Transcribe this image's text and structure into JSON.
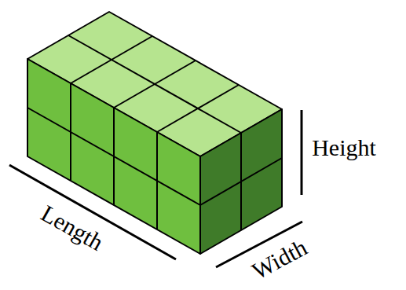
{
  "diagram": {
    "labels": [
      "Length",
      "Width",
      "Height"
    ]
  }
}
